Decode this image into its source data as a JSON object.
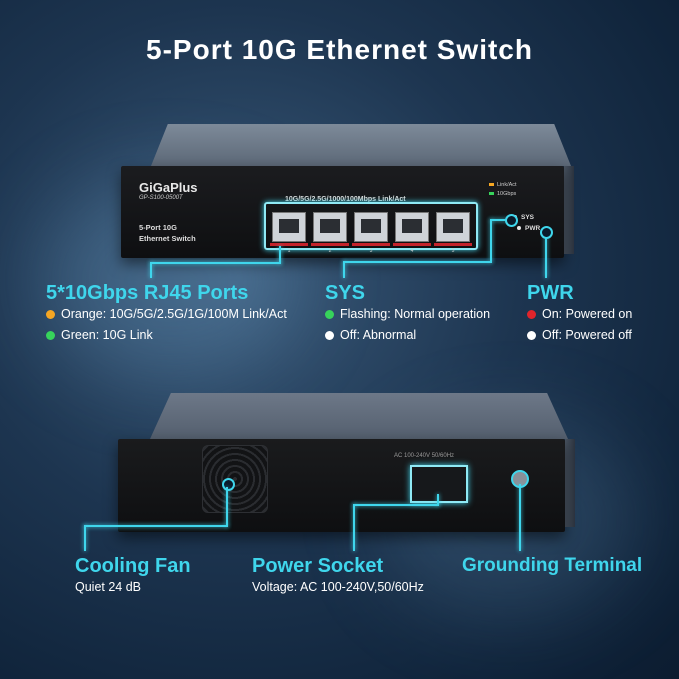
{
  "title": "5-Port 10G Ethernet Switch",
  "front_panel": {
    "brand": "GiGaPlus",
    "model": "GP-S100-0500T",
    "device_label": "5-Port 10G\nEthernet Switch",
    "port_header": "10G/5G/2.5G/1000/100Mbps Link/Act",
    "led_legend": [
      "Link/Act",
      "10Gbps"
    ],
    "ports": [
      "1",
      "2",
      "3",
      "4",
      "5"
    ],
    "sys_label": "SYS",
    "pwr_label": "PWR"
  },
  "callouts_top": {
    "rj45": {
      "heading": "5*10Gbps RJ45 Ports",
      "items": [
        {
          "color": "#f5a623",
          "text": "Orange: 10G/5G/2.5G/1G/100M Link/Act"
        },
        {
          "color": "#37d35b",
          "text": "Green: 10G Link"
        }
      ]
    },
    "sys": {
      "heading": "SYS",
      "items": [
        {
          "color": "#37d35b",
          "text": "Flashing: Normal operation"
        },
        {
          "color": "#ffffff",
          "text": "Off: Abnormal"
        }
      ]
    },
    "pwr": {
      "heading": "PWR",
      "items": [
        {
          "color": "#e0242b",
          "text": "On: Powered on"
        },
        {
          "color": "#ffffff",
          "text": "Off: Powered off"
        }
      ]
    }
  },
  "back_panel": {
    "socket_label": "AC 100-240V 50/60Hz"
  },
  "callouts_bottom": {
    "fan": {
      "heading": "Cooling Fan",
      "sub": "Quiet 24 dB"
    },
    "power": {
      "heading": "Power Socket",
      "sub": "Voltage: AC 100-240V,50/60Hz"
    },
    "ground": {
      "heading": "Grounding Terminal"
    }
  },
  "colors": {
    "accent": "#3fd6ec",
    "background": "#1d3550"
  }
}
